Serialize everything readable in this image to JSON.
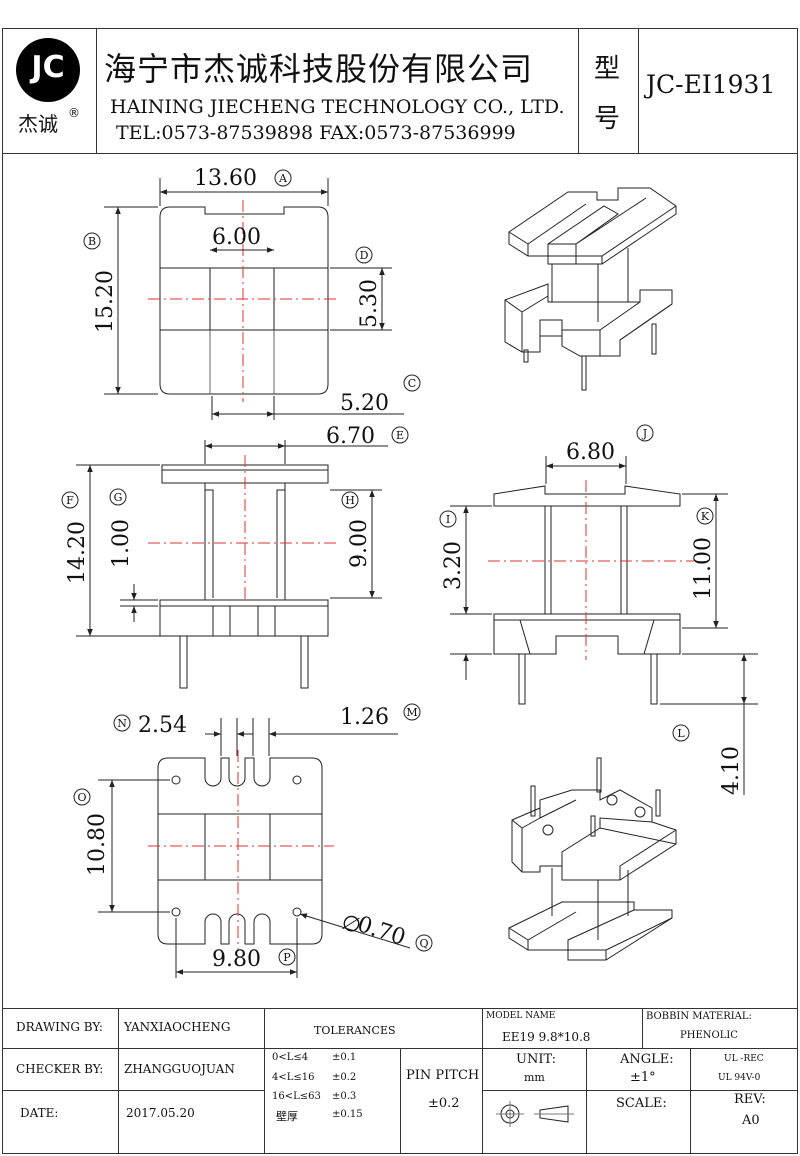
{
  "header": {
    "logo_mark": "JC",
    "logo_cn": "杰诚",
    "logo_reg": "®",
    "company_cn": "海宁市杰诚科技股份有限公司",
    "company_en": "HAINING JIECHENG TECHNOLOGY CO., LTD.",
    "contact": "TEL:0573-87539898   FAX:0573-87536999",
    "model_label_1": "型",
    "model_label_2": "号",
    "model_number": "JC-EI1931"
  },
  "dimensions": {
    "A": {
      "value": "13.60",
      "tag": "A"
    },
    "B": {
      "value": "15.20",
      "tag": "B"
    },
    "C": {
      "value": "5.20",
      "tag": "C"
    },
    "D": {
      "value": "5.30",
      "tag": "D"
    },
    "top_inner": "6.00",
    "E": {
      "value": "6.70",
      "tag": "E"
    },
    "F": {
      "value": "14.20",
      "tag": "F"
    },
    "G": {
      "value": "1.00",
      "tag": "G"
    },
    "H": {
      "value": "9.00",
      "tag": "H"
    },
    "I": {
      "value": "3.20",
      "tag": "I"
    },
    "J": {
      "value": "6.80",
      "tag": "J"
    },
    "K": {
      "value": "11.00",
      "tag": "K"
    },
    "L": {
      "value": "4.10",
      "tag": "L"
    },
    "M": {
      "value": "1.26",
      "tag": "M"
    },
    "N": {
      "value": "2.54",
      "tag": "N"
    },
    "O": {
      "value": "10.80",
      "tag": "O"
    },
    "P": {
      "value": "9.80",
      "tag": "P"
    },
    "Q": {
      "value": "0.70",
      "tag": "Q",
      "prefix": "∅"
    }
  },
  "title_block": {
    "drawing_by_label": "DRAWING  BY:",
    "drawing_by": "YANXIAOCHENG",
    "checker_by_label": "CHECKER  BY:",
    "checker_by": "ZHANGGUOJUAN",
    "date_label": "DATE:",
    "date": "2017.05.20",
    "tolerances_label": "TOLERANCES",
    "tol_rows": [
      {
        "range": "0<L≤4",
        "value": "±0.1"
      },
      {
        "range": "4<L≤16",
        "value": "±0.2"
      },
      {
        "range": "16<L≤63",
        "value": "±0.3"
      },
      {
        "range": "壁厚",
        "value": "±0.15"
      }
    ],
    "pin_pitch_label": "PIN PITCH",
    "pin_pitch": "±0.2",
    "model_name_label": "MODEL NAME",
    "model_name": "EE19 9.8*10.8",
    "bobbin_material_label": "BOBBIN MATERIAL:",
    "bobbin_material": "PHENOLIC",
    "unit_label": "UNIT:",
    "unit": "mm",
    "angle_label": "ANGLE:",
    "angle": "±1°",
    "ul_1": "UL -REC",
    "ul_2": "UL  94V-0",
    "scale_label": "SCALE:",
    "rev_label": "REV:",
    "rev": "A0"
  }
}
